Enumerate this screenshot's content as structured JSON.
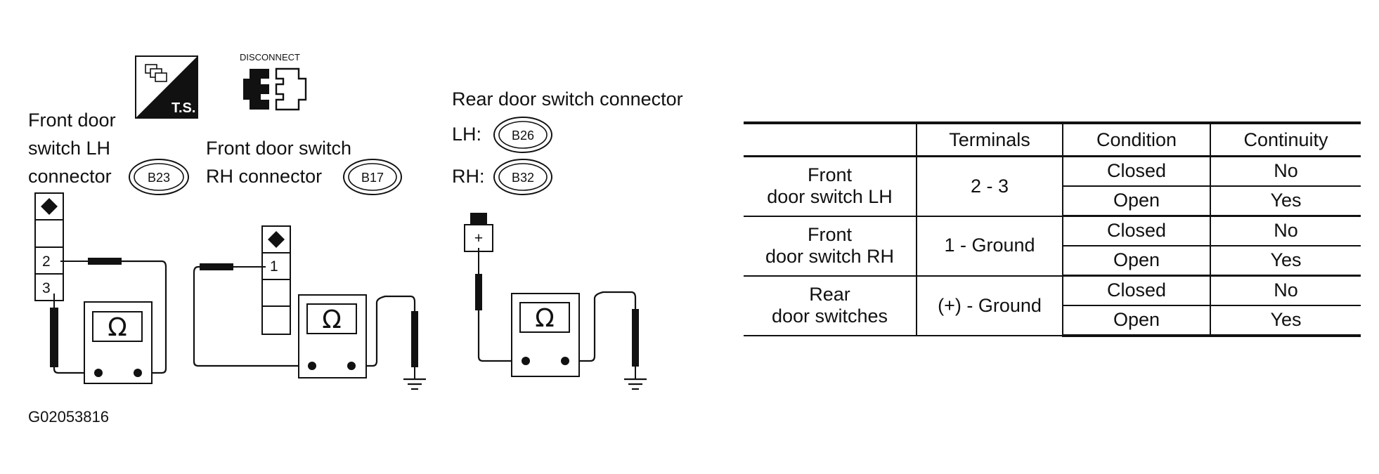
{
  "icons": {
    "ts_icon": "T.S.",
    "disconnect_icon": "DISCONNECT"
  },
  "front_lh": {
    "label_line1": "Front door",
    "label_line2": "switch  LH",
    "label_line3": "connector",
    "code": "B23",
    "pin_a": "2",
    "pin_b": "3",
    "meter": "Ω"
  },
  "front_rh": {
    "label_line1": "Front door switch",
    "label_line2": "RH connector",
    "code": "B17",
    "pin": "1",
    "meter": "Ω"
  },
  "rear": {
    "title": "Rear door switch connector",
    "lh_label": "LH:",
    "lh_code": "B26",
    "rh_label": "RH:",
    "rh_code": "B32",
    "plus": "+",
    "meter": "Ω"
  },
  "figure_id": "G02053816",
  "table": {
    "headers": [
      "",
      "Terminals",
      "Condition",
      "Continuity"
    ],
    "groups": [
      {
        "item_line1": "Front",
        "item_line2": "door switch LH",
        "terminals": "2 - 3",
        "rows": [
          {
            "condition": "Closed",
            "continuity": "No"
          },
          {
            "condition": "Open",
            "continuity": "Yes"
          }
        ]
      },
      {
        "item_line1": "Front",
        "item_line2": "door switch RH",
        "terminals": "1 - Ground",
        "rows": [
          {
            "condition": "Closed",
            "continuity": "No"
          },
          {
            "condition": "Open",
            "continuity": "Yes"
          }
        ]
      },
      {
        "item_line1": "Rear",
        "item_line2": "door switches",
        "terminals": "(+) - Ground",
        "rows": [
          {
            "condition": "Closed",
            "continuity": "No"
          },
          {
            "condition": "Open",
            "continuity": "Yes"
          }
        ]
      }
    ]
  }
}
